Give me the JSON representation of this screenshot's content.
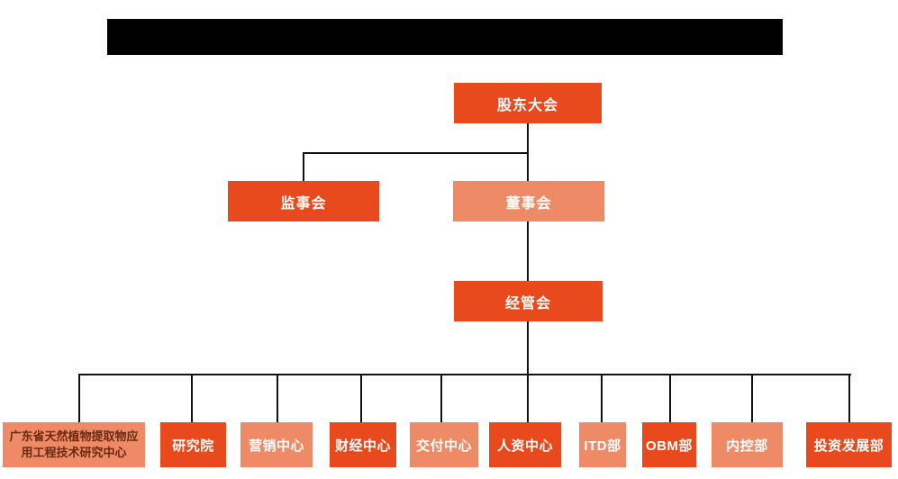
{
  "colors": {
    "primary_orange": "#E8491D",
    "light_orange": "#EE8A66",
    "connector": "#111111",
    "redacted_bar": "#000000",
    "research_center_text": "#6B2A10",
    "node_text": "#FFFFFF"
  },
  "org": {
    "root": {
      "label": "股东大会"
    },
    "level2": [
      {
        "label": "监事会"
      },
      {
        "label": "董事会"
      }
    ],
    "level3": {
      "label": "经管会"
    },
    "departments": [
      {
        "label": "广东省天然植物提取物应用工程技术研究中心"
      },
      {
        "label": "研究院"
      },
      {
        "label": "营销中心"
      },
      {
        "label": "财经中心"
      },
      {
        "label": "交付中心"
      },
      {
        "label": "人资中心"
      },
      {
        "label": "ITD部"
      },
      {
        "label": "OBM部"
      },
      {
        "label": "内控部"
      },
      {
        "label": "投资发展部"
      }
    ]
  }
}
